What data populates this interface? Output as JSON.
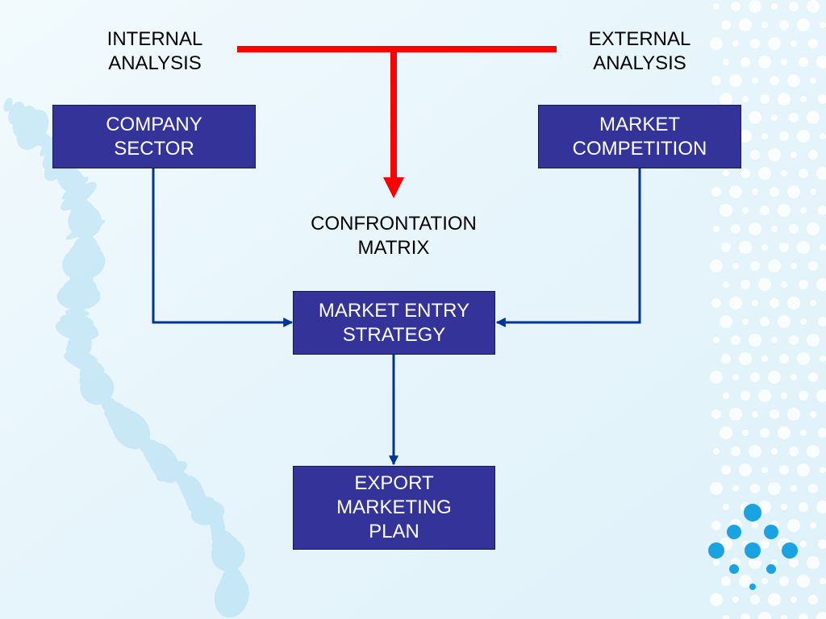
{
  "labels": {
    "internal": [
      "INTERNAL",
      "ANALYSIS"
    ],
    "external": [
      "EXTERNAL",
      "ANALYSIS"
    ],
    "matrix": [
      "CONFRONTATION",
      "MATRIX"
    ]
  },
  "boxes": {
    "company": [
      "COMPANY",
      "SECTOR"
    ],
    "market": [
      "MARKET",
      "COMPETITION"
    ],
    "entry": [
      "MARKET ENTRY",
      "STRATEGY"
    ],
    "export": [
      "EXPORT",
      "MARKETING",
      "PLAN"
    ]
  },
  "colors": {
    "box_fill": "#333399",
    "connector": "#003399",
    "confrontation_arrow": "#ff0000",
    "dots": "#4db8e8"
  }
}
